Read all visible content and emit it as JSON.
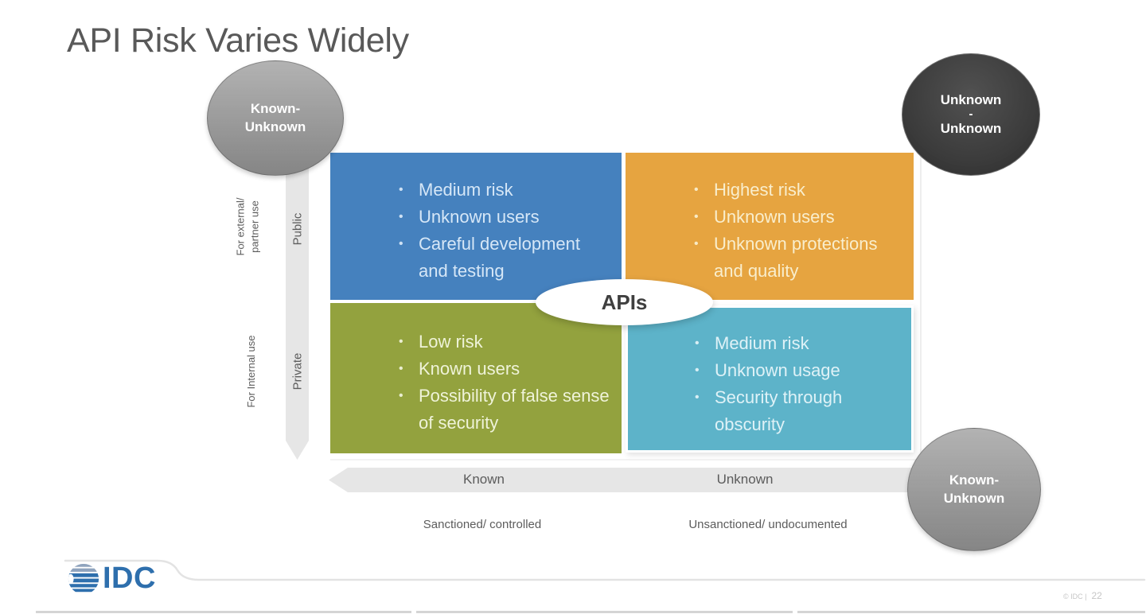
{
  "slide": {
    "title": "API Risk Varies Widely",
    "footer": {
      "copyright": "© IDC |",
      "page_number": "22"
    }
  },
  "logo": {
    "text": "IDC"
  },
  "bubbles": {
    "top_left": {
      "line1": "Known-",
      "line2": "Unknown"
    },
    "top_right": {
      "line1": "Unknown",
      "line2": "-",
      "line3": "Unknown"
    },
    "bottom_right": {
      "line1": "Known-",
      "line2": "Unknown"
    }
  },
  "matrix": {
    "center_label": "APIs",
    "quadrants": {
      "public_known": {
        "items": [
          "Medium risk",
          "Unknown users",
          "Careful development and testing"
        ]
      },
      "public_unknown": {
        "items": [
          "Highest risk",
          "Unknown users",
          "Unknown protections and quality"
        ]
      },
      "private_known": {
        "items": [
          "Low risk",
          "Known users",
          "Possibility of false sense of security"
        ]
      },
      "private_unknown": {
        "items": [
          "Medium risk",
          "Unknown usage",
          "Security through obscurity"
        ]
      }
    }
  },
  "axes": {
    "y_outer_top_line1": "For external/",
    "y_outer_top_line2": "partner use",
    "y_band_top": "Public",
    "y_outer_bottom": "For Internal use",
    "y_band_bottom": "Private",
    "x_band_left": "Known",
    "x_band_right": "Unknown",
    "x_sub_left": "Sanctioned/ controlled",
    "x_sub_right": "Unsanctioned/ undocumented"
  },
  "colors": {
    "title_text": "#595959",
    "axis_text": "#5c5c5c",
    "band_gray": "#e6e6e6",
    "quadrant_blue": "#4581be",
    "quadrant_blue_text": "#d6e7f7",
    "quadrant_orange": "#e6a440",
    "quadrant_orange_text": "#f9eecd",
    "quadrant_green": "#93a23e",
    "quadrant_green_text": "#eff3d9",
    "quadrant_teal": "#5db3c9",
    "quadrant_teal_text": "#dff2f7",
    "bubble_gray": "#999999",
    "bubble_dark": "#3e3e3e",
    "apis_text": "#3f3f3f",
    "idc_blue": "#2e6fad"
  }
}
